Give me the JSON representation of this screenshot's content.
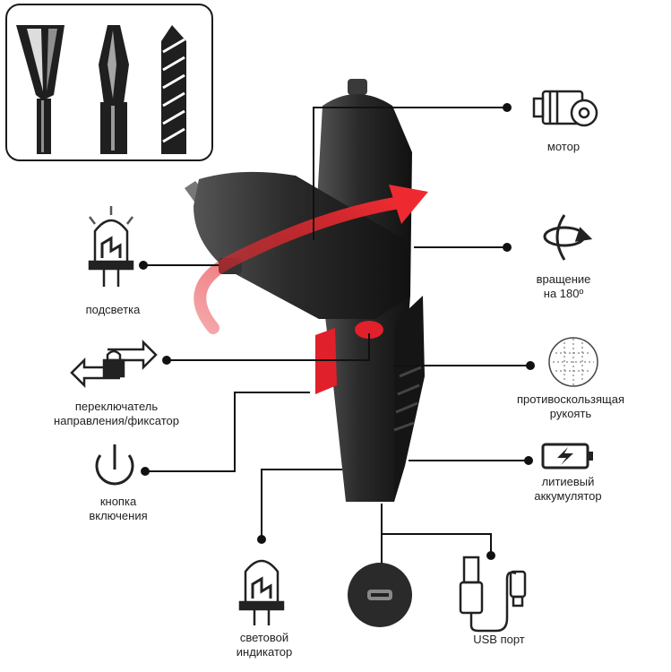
{
  "labels": {
    "motor": "мотор",
    "rotation_line1": "вращение",
    "rotation_line2": "на 180º",
    "grip_line1": "противоскользящая",
    "grip_line2": "рукоять",
    "battery_line1": "литиевый",
    "battery_line2": "аккумулятор",
    "usb": "USB порт",
    "indicator_line1": "световой",
    "indicator_line2": "индикатор",
    "power_line1": "кнопка",
    "power_line2": "включения",
    "switch_line1": "переключатель",
    "switch_line2": "направления/фиксатор",
    "backlight": "подсветка"
  },
  "icons": {
    "bits": [
      "flat-bit-icon",
      "phillips-bit-icon",
      "drill-bit-icon"
    ],
    "motor": "motor-gear-icon",
    "rotation": "rotate-180-icon",
    "grip": "textured-grip-icon",
    "battery": "lightning-battery-icon",
    "usb": "usb-cable-icon",
    "micro_usb": "micro-usb-port-icon",
    "led": "led-bulb-icon",
    "power": "power-button-icon",
    "switch": "direction-lock-arrows-icon"
  },
  "colors": {
    "accent_red": "#e0202a",
    "body_dark": "#2b2b2b",
    "line": "#111111"
  }
}
